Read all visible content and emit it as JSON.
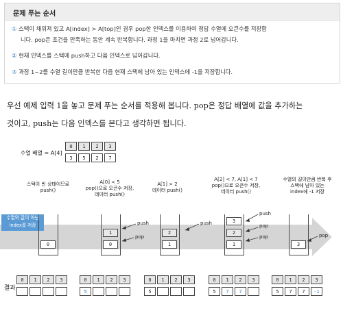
{
  "box": {
    "title": "문제 푸는 순서",
    "step1_num": "①",
    "step1_line1": "스택이 채워져 있고 A[index] > A[top]인 경우 pop한 인덱스를 이용하여 정답 수열에 오큰수를 저장합",
    "step1_line2": "니다. pop은 조건을 만족하는 동안 계속 반복합니다. 과정 1을 마치면 과정 2로 넘어갑니다.",
    "step2_num": "②",
    "step2": "현재 인덱스를 스택에 push하고 다음 인덱스로 넘어갑니다.",
    "step3_num": "③",
    "step3": "과정 1~2를 수열 길이만큼 반복한 다음 현재 스택에 남아 있는 인덱스에 -1을 저장합니다."
  },
  "paragraph": {
    "line1": "우선 예제 입력 1을 놓고 문제 푸는 순서를 적용해 봅니다. pop은 정답 배열에 값을 추가하는",
    "line2": "것이고, push는 다음 인덱스를 본다고 생각하면 됩니다."
  },
  "diagram": {
    "array_label": "수열 배열 = A[4]",
    "indices": [
      "0",
      "1",
      "2",
      "3"
    ],
    "values": [
      "3",
      "5",
      "2",
      "7"
    ],
    "step_labels": [
      [
        "스택이 빈 상태이므로",
        "push()"
      ],
      [
        "A[0] < 5",
        "pop()으로 오큰수 저장,",
        "데이터 push()"
      ],
      [
        "A[1] > 2",
        "데이터 push()"
      ],
      [
        "A[2] < 7, A[1] < 7",
        "pop()으로 오큰수 저장,",
        "데이터 push()"
      ],
      [
        "수열의 길이만큼 반복 후",
        "스택에 남아 있는",
        "index에 -1 저장"
      ]
    ],
    "note": [
      "수열의 값이 아닌",
      "index를 저장"
    ],
    "stacks": [
      [
        "0"
      ],
      [
        "0",
        "1"
      ],
      [
        "1",
        "2"
      ],
      [
        "1",
        "2",
        "3"
      ],
      [
        "3"
      ]
    ],
    "arrow_labels": {
      "push": "push",
      "pop": "pop"
    },
    "result_label": "결과",
    "results": [
      [
        "",
        "",
        "",
        ""
      ],
      [
        "5",
        "",
        "",
        ""
      ],
      [
        "5",
        "",
        "",
        ""
      ],
      [
        "5",
        "7",
        "7",
        ""
      ],
      [
        "5",
        "7",
        "7",
        "-1"
      ]
    ],
    "colors": {
      "arrow": "#d5d5d5",
      "note_bg": "#5b9bd5",
      "accent": "#2f7bbd"
    }
  }
}
